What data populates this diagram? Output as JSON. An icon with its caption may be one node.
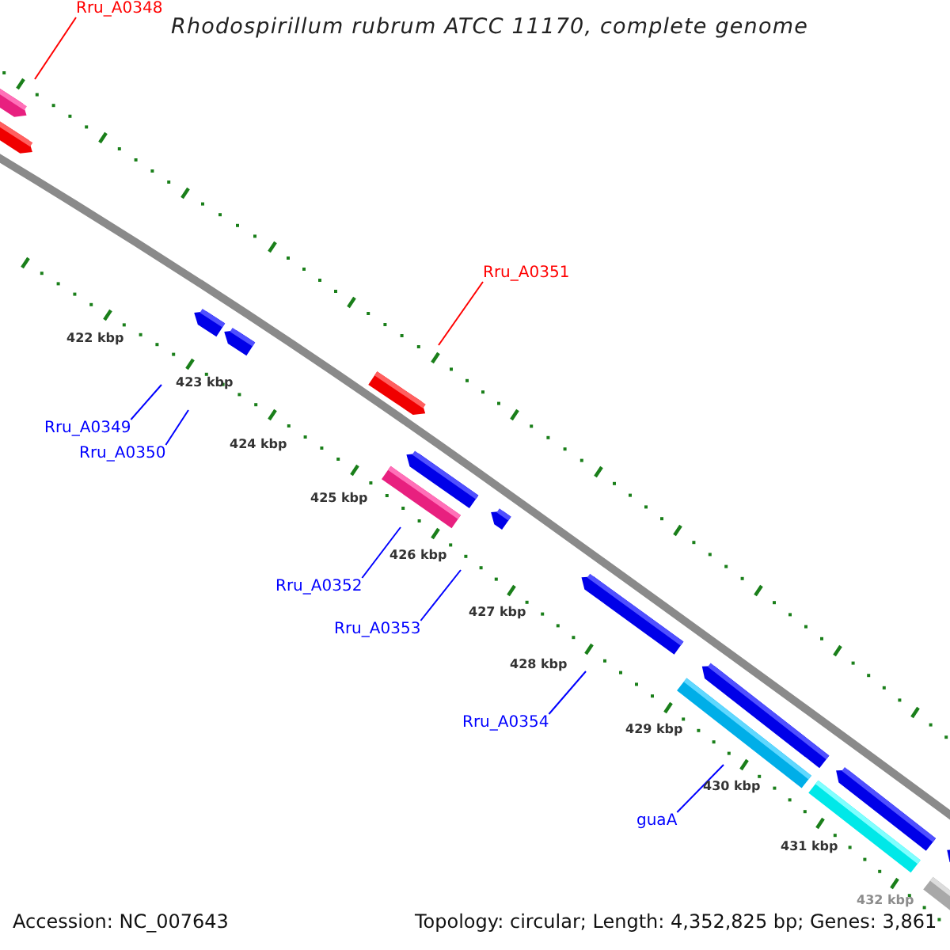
{
  "diagram": {
    "title": "Rhodospirillum rubrum ATCC 11170, complete genome",
    "nodes": [
      {
        "text": [
          "Rru_A0348"
        ]
      },
      {
        "text": [
          "Rru_A0351"
        ]
      },
      {
        "text": [
          "Rru_A0349"
        ]
      },
      {
        "text": [
          "Rru_A0350"
        ]
      },
      {
        "text": [
          "Rru_A0352"
        ]
      },
      {
        "text": [
          "Rru_A0353"
        ]
      },
      {
        "text": [
          "Rru_A0354"
        ]
      },
      {
        "text": [
          "guaA"
        ]
      }
    ],
    "edges": [
      {
        "from": 0,
        "to": null,
        "arrow": "none",
        "color": "#ff0000"
      },
      {
        "from": 1,
        "to": null,
        "arrow": "none",
        "color": "#ff0000"
      },
      {
        "from": 2,
        "to": null,
        "arrow": "none"
      },
      {
        "from": 3,
        "to": null,
        "arrow": "none"
      },
      {
        "from": 4,
        "to": null,
        "arrow": "none"
      },
      {
        "from": 5,
        "to": null,
        "arrow": "none"
      },
      {
        "from": 6,
        "to": null,
        "arrow": "none"
      },
      {
        "from": 7,
        "to": null,
        "arrow": "none"
      }
    ],
    "labels": [
      "422 kbp",
      "423 kbp",
      "424 kbp",
      "425 kbp",
      "426 kbp",
      "427 kbp",
      "428 kbp",
      "429 kbp",
      "430 kbp",
      "431 kbp",
      "432 kbp",
      "Accession: NC_007643",
      "Topology: circular; Length: 4,352,825 bp; Genes: 3,861"
    ]
  }
}
